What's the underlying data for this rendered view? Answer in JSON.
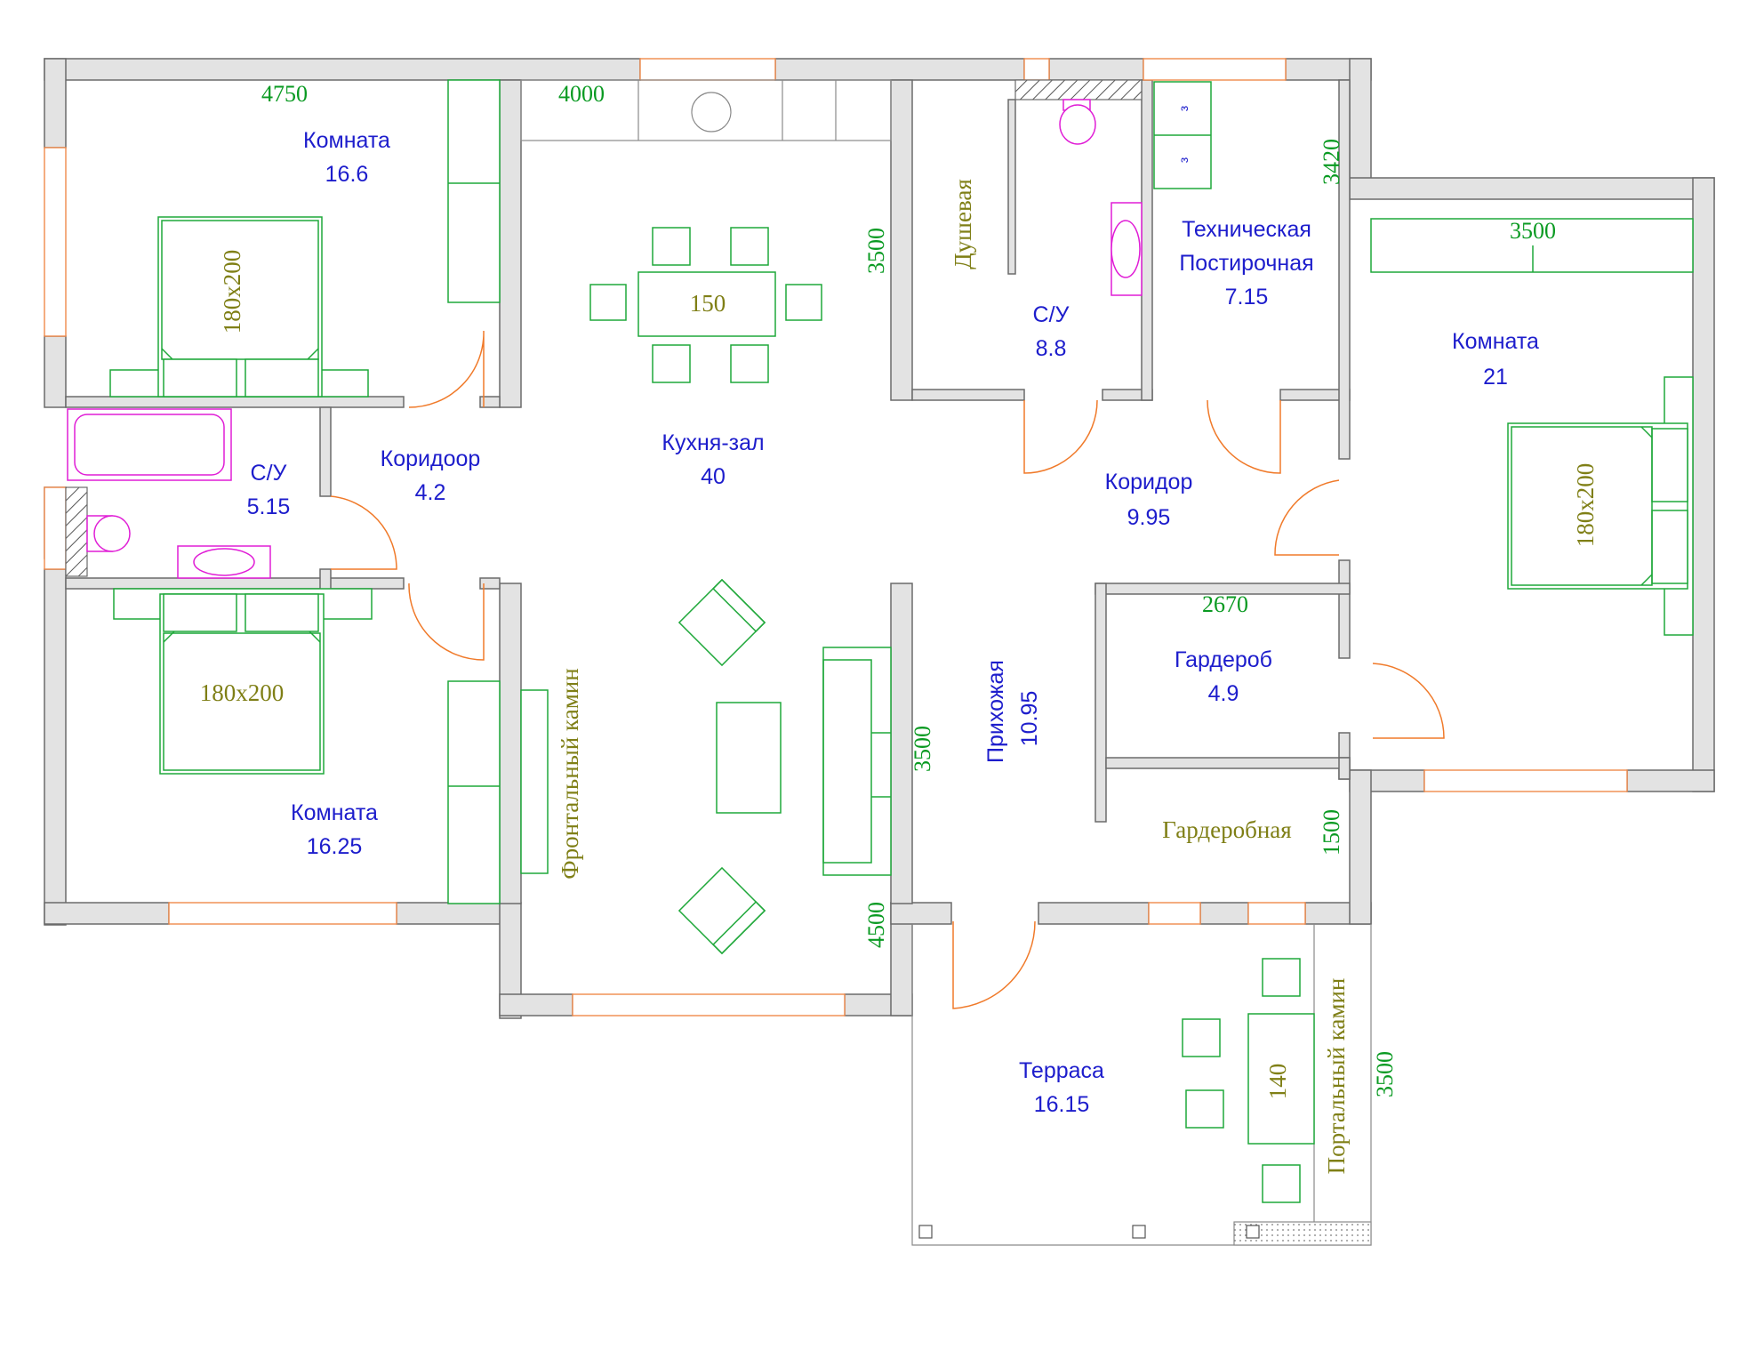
{
  "rooms": {
    "room_nw": {
      "name": "Комната",
      "area": "16.6"
    },
    "room_sw": {
      "name": "Комната",
      "area": "16.25"
    },
    "room_e": {
      "name": "Комната",
      "area": "21"
    },
    "bath_w": {
      "name": "С/У",
      "area": "5.15"
    },
    "corridor_w": {
      "name": "Коридоор",
      "area": "4.2"
    },
    "kitchen": {
      "name": "Кухня-зал",
      "area": "40"
    },
    "bath_c": {
      "name": "С/У",
      "area": "8.8"
    },
    "tech": {
      "name1": "Техническая",
      "name2": "Постирочная",
      "area": "7.15"
    },
    "corridor_c": {
      "name": "Коридор",
      "area": "9.95"
    },
    "wardrobe": {
      "name": "Гардероб",
      "area": "4.9"
    },
    "hallway": {
      "name": "Прихожая",
      "area": "10.95"
    },
    "terrace": {
      "name": "Терраса",
      "area": "16.15"
    }
  },
  "labels": {
    "shower": "Душевая",
    "dressing": "Гардеробная",
    "front_fireplace": "Фронтальный камин",
    "portal_fireplace": "Портальный камин",
    "bed": "180х200",
    "dining_table": "150",
    "terrace_table": "140",
    "washer_mark": "з"
  },
  "dimensions": {
    "d4750": "4750",
    "d4000": "4000",
    "d3420": "3420",
    "d3500": "3500",
    "d2670": "2670",
    "d1500": "1500",
    "d4500": "4500"
  }
}
